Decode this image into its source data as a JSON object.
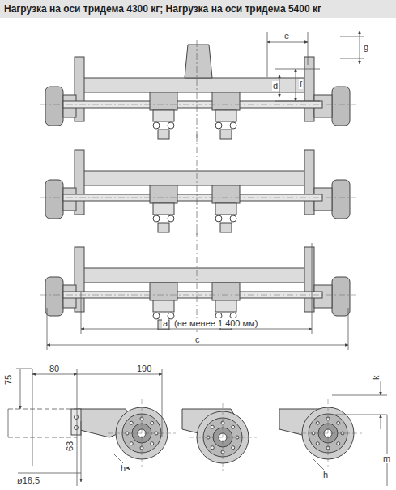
{
  "diagram": {
    "title": "Нагрузка на оси тридема 4300 кг; Нагрузка на оси тридема 5400 кг",
    "labels": [
      "e",
      "g",
      "d",
      "f",
      "a",
      "(не менее 1 400 мм)",
      "c",
      "75",
      "80",
      "190",
      "63",
      "ø16,5",
      "h",
      "h",
      "k",
      "m"
    ]
  }
}
